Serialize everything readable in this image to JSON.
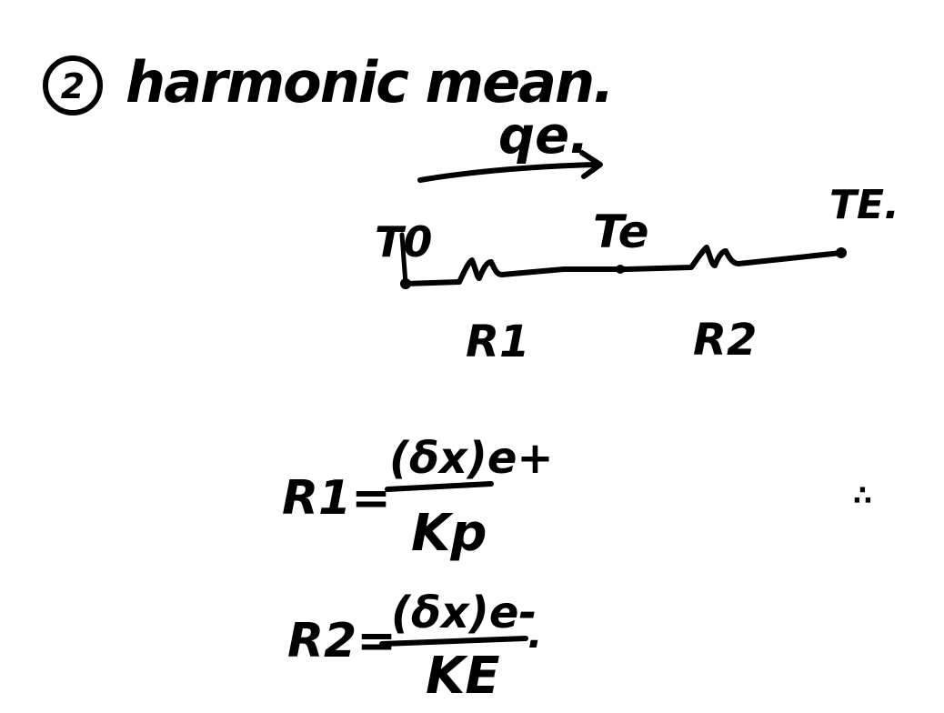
{
  "note": {
    "ink_color": "#000000",
    "background_color": "#ffffff",
    "section_number": "2",
    "heading": "harmonic mean.",
    "flux_label": "qe.",
    "node_left_label": "T0",
    "node_mid_label": "Te",
    "node_right_label": "TE.",
    "resistor_1_label": "R1",
    "resistor_2_label": "R2",
    "eq1": {
      "lhs": "R1=",
      "numerator": "(δx)e+",
      "denominator": "Kp"
    },
    "eq2": {
      "lhs": "R2=",
      "numerator": "(δx)e-",
      "denominator": "KE",
      "trailing": "."
    },
    "side_mark": "∴"
  }
}
